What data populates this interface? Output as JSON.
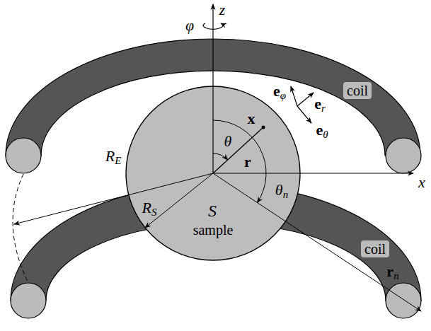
{
  "diagram": {
    "nodes": [
      {
        "text": [
          "coil"
        ]
      },
      {
        "text": [
          "S",
          "sample"
        ]
      },
      {
        "text": [
          "coil"
        ]
      }
    ],
    "labels": [
      "z",
      "φ",
      "RE",
      "x",
      "x",
      "r",
      "θ",
      "θn",
      "eφ",
      "er",
      "eθ",
      "RS",
      "rn"
    ]
  }
}
